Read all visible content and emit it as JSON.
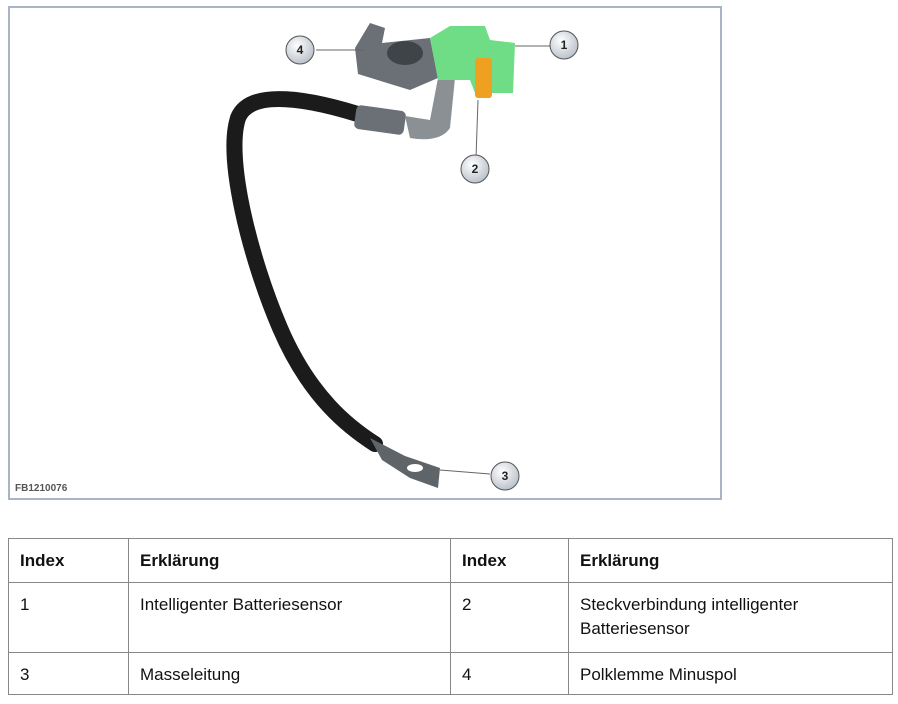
{
  "figure": {
    "id": "FB1210076",
    "callouts": [
      "1",
      "2",
      "3",
      "4"
    ]
  },
  "table": {
    "headers": [
      "Index",
      "Erklärung",
      "Index",
      "Erklärung"
    ],
    "rows": [
      [
        "1",
        "Intelligenter Batteriesensor",
        "2",
        "Steckverbindung intelligenter Batteriesensor"
      ],
      [
        "3",
        "Masseleitung",
        "4",
        "Polklemme Minuspol"
      ]
    ]
  }
}
